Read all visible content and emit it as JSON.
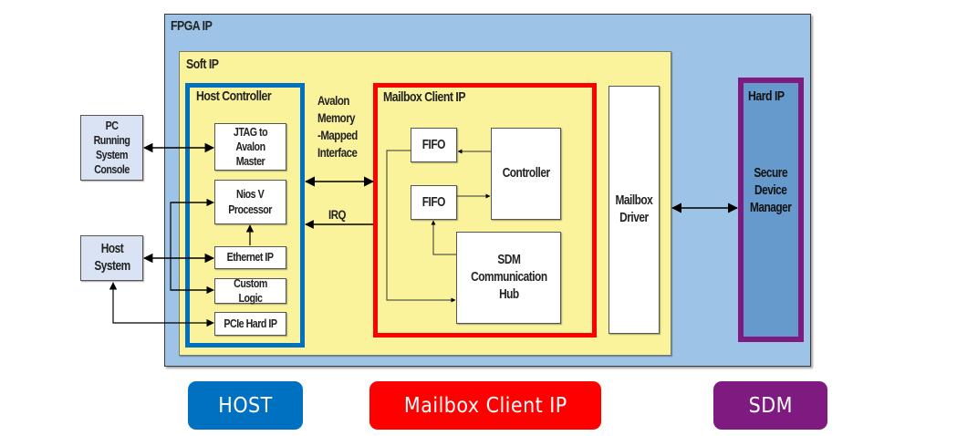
{
  "diagram": {
    "fpga_ip": {
      "title": "FPGA IP",
      "color": "#9DC3E6"
    },
    "soft_ip": {
      "title": "Soft IP",
      "color": "#FAF39B"
    },
    "host_controller": {
      "title": "Host Controller",
      "border_color": "#0070C0",
      "blocks": {
        "jtag": "JTAG to\nAvalon Master",
        "nios": "Nios V\nProcessor",
        "ethernet": "Ethernet IP",
        "custom_logic": "Custom Logic",
        "pcie": "PCIe Hard IP"
      }
    },
    "external": {
      "pc_console": "PC Running\nSystem\nConsole",
      "host_system": "Host\nSystem"
    },
    "interface_labels": {
      "avalon": "Avalon\nMemory\n-Mapped\nInterface",
      "irq": "IRQ"
    },
    "mailbox_client": {
      "title": "Mailbox Client IP",
      "border_color": "#FF0000",
      "blocks": {
        "fifo_top": "FIFO",
        "fifo_bottom": "FIFO",
        "controller": "Controller",
        "sdm_hub": "SDM\nCommunication\nHub"
      }
    },
    "mailbox_driver": "Mailbox\nDriver",
    "hard_ip": {
      "title": "Hard IP",
      "border_color": "#7F1A80",
      "fill_color": "#6699CC",
      "sdm": "Secure\nDevice\nManager"
    }
  },
  "legend": [
    {
      "label": "HOST",
      "color": "#0070C0"
    },
    {
      "label": "Mailbox Client IP",
      "color": "#FF0000"
    },
    {
      "label": "SDM",
      "color": "#7F1A80"
    }
  ]
}
